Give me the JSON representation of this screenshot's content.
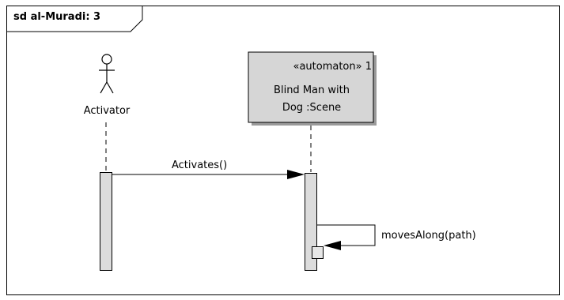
{
  "frame": {
    "title": "sd al-Muradi: 3"
  },
  "actor": {
    "name": "Activator"
  },
  "object": {
    "stereotype": "«automaton» 1",
    "name_line1": "Blind Man with",
    "name_line2": "Dog :Scene"
  },
  "messages": [
    {
      "label": "Activates()"
    },
    {
      "label": "movesAlong(path)"
    }
  ]
}
